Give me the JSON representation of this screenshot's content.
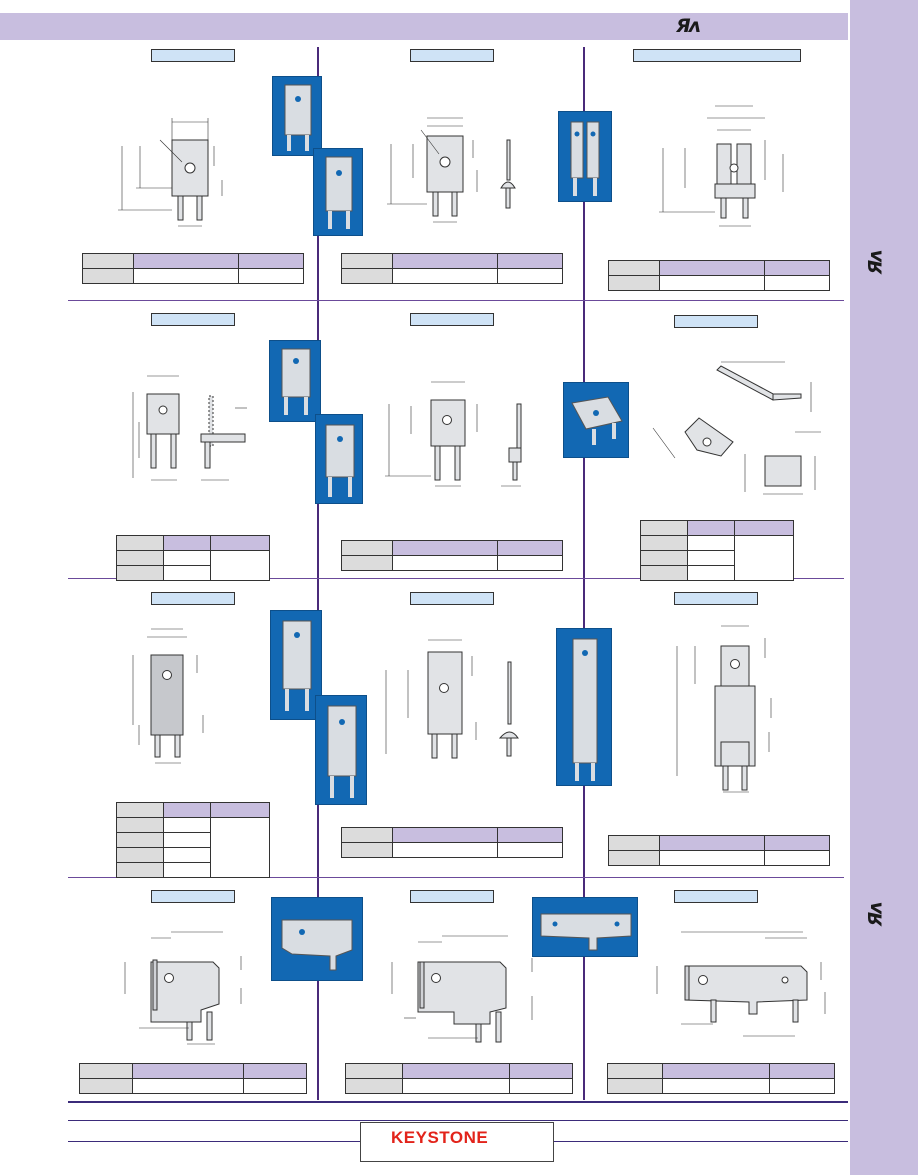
{
  "header": {
    "ul_mark": "Яʌ"
  },
  "sidebar": {
    "ul_mark_1": "Яʌ",
    "ul_mark_2": "Яʌ"
  },
  "footer": {
    "logo": "KEYSTONE"
  },
  "colors": {
    "lavender": "#c8bedf",
    "photo_blue": "#1268b3",
    "label_blue": "#cfe3f6",
    "divider": "#4a2a7a",
    "logo_red": "#e2231a"
  }
}
